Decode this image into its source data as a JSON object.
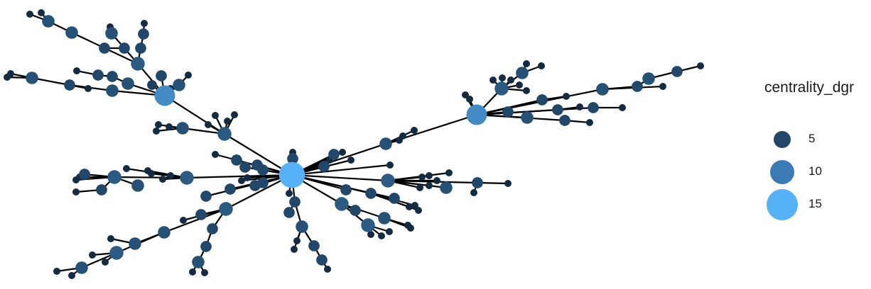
{
  "legend": {
    "title": "centrality_dgr",
    "items": [
      {
        "label": "5",
        "value": 5,
        "color": "#234669"
      },
      {
        "label": "10",
        "value": 10,
        "color": "#3a7ab5"
      },
      {
        "label": "15",
        "value": 15,
        "color": "#56b1f7"
      }
    ]
  },
  "colors": {
    "low": "#132b43",
    "mid": "#3a7ab5",
    "high": "#56b1f7",
    "edge": "#000000"
  }
}
